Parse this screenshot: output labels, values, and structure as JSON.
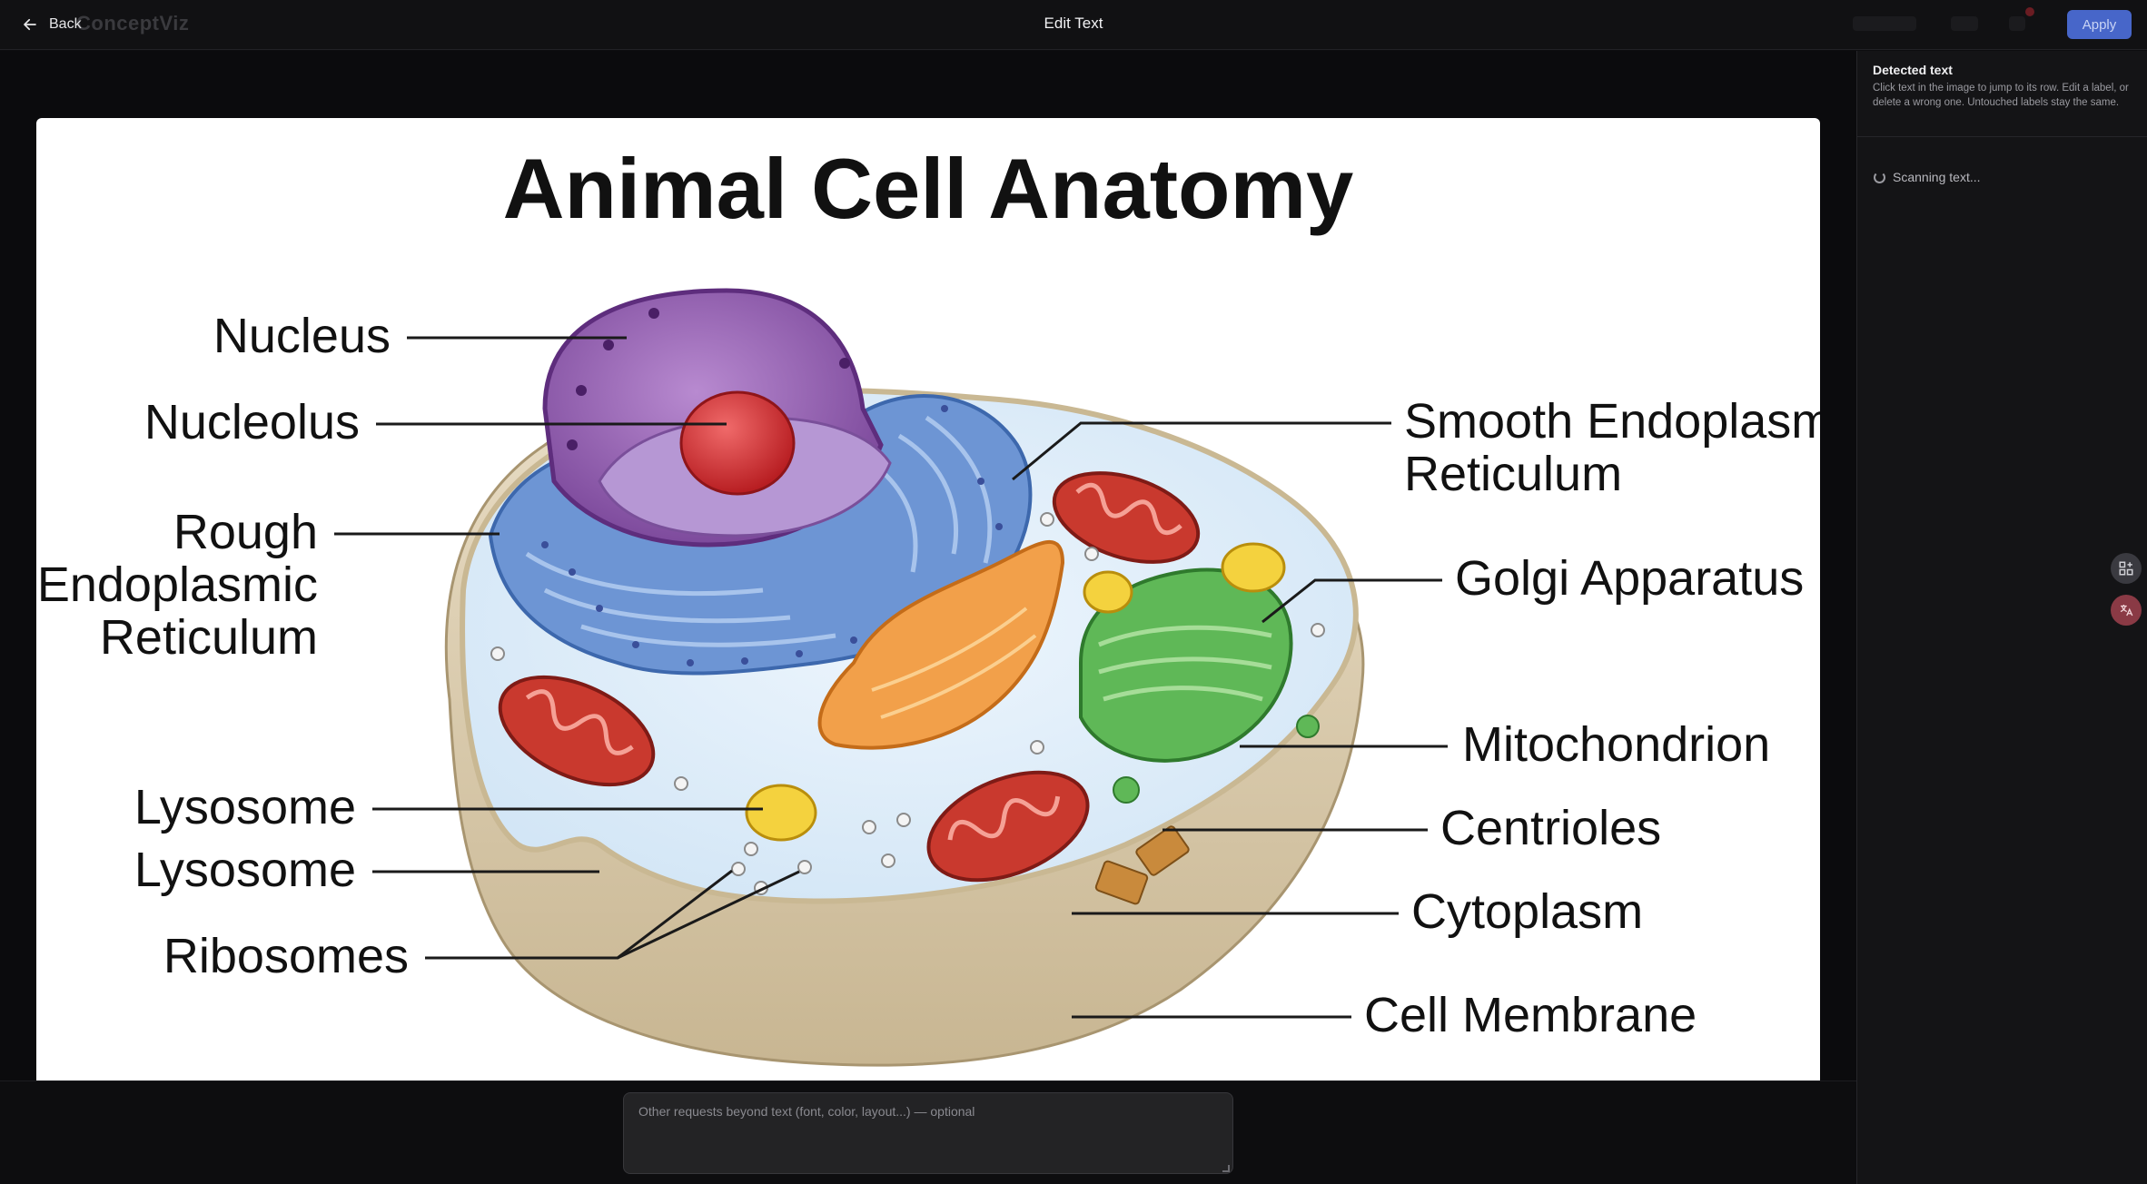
{
  "topbar": {
    "back_label": "Back",
    "title": "Edit Text",
    "apply_label": "Apply",
    "ghost_brand": "ConceptViz"
  },
  "image": {
    "title": "Animal Cell Anatomy",
    "labels": {
      "nucleus": "Nucleus",
      "nucleolus": "Nucleolus",
      "rough_er_1": "Rough",
      "rough_er_2": "Endoplasmic",
      "rough_er_3": "Reticulum",
      "lysosome_1": "Lysosome",
      "lysosome_2": "Lysosome",
      "ribosomes": "Ribosomes",
      "smooth_er_1": "Smooth Endoplasmic",
      "smooth_er_2": "Reticulum",
      "golgi": "Golgi Apparatus",
      "mitochondrion": "Mitochondrion",
      "centrioles": "Centrioles",
      "cytoplasm": "Cytoplasm",
      "cell_membrane": "Cell Membrane"
    }
  },
  "prompt": {
    "placeholder": "Other requests beyond text (font, color, layout...) — optional"
  },
  "panel": {
    "title": "Detected text",
    "help": "Click text in the image to jump to its row. Edit a label, or delete a wrong one. Untouched labels stay the same.",
    "status": "Scanning text..."
  },
  "colors": {
    "accent": "#4766c9",
    "panel_bg": "#141416",
    "canvas_bg": "#0b0b0d"
  }
}
